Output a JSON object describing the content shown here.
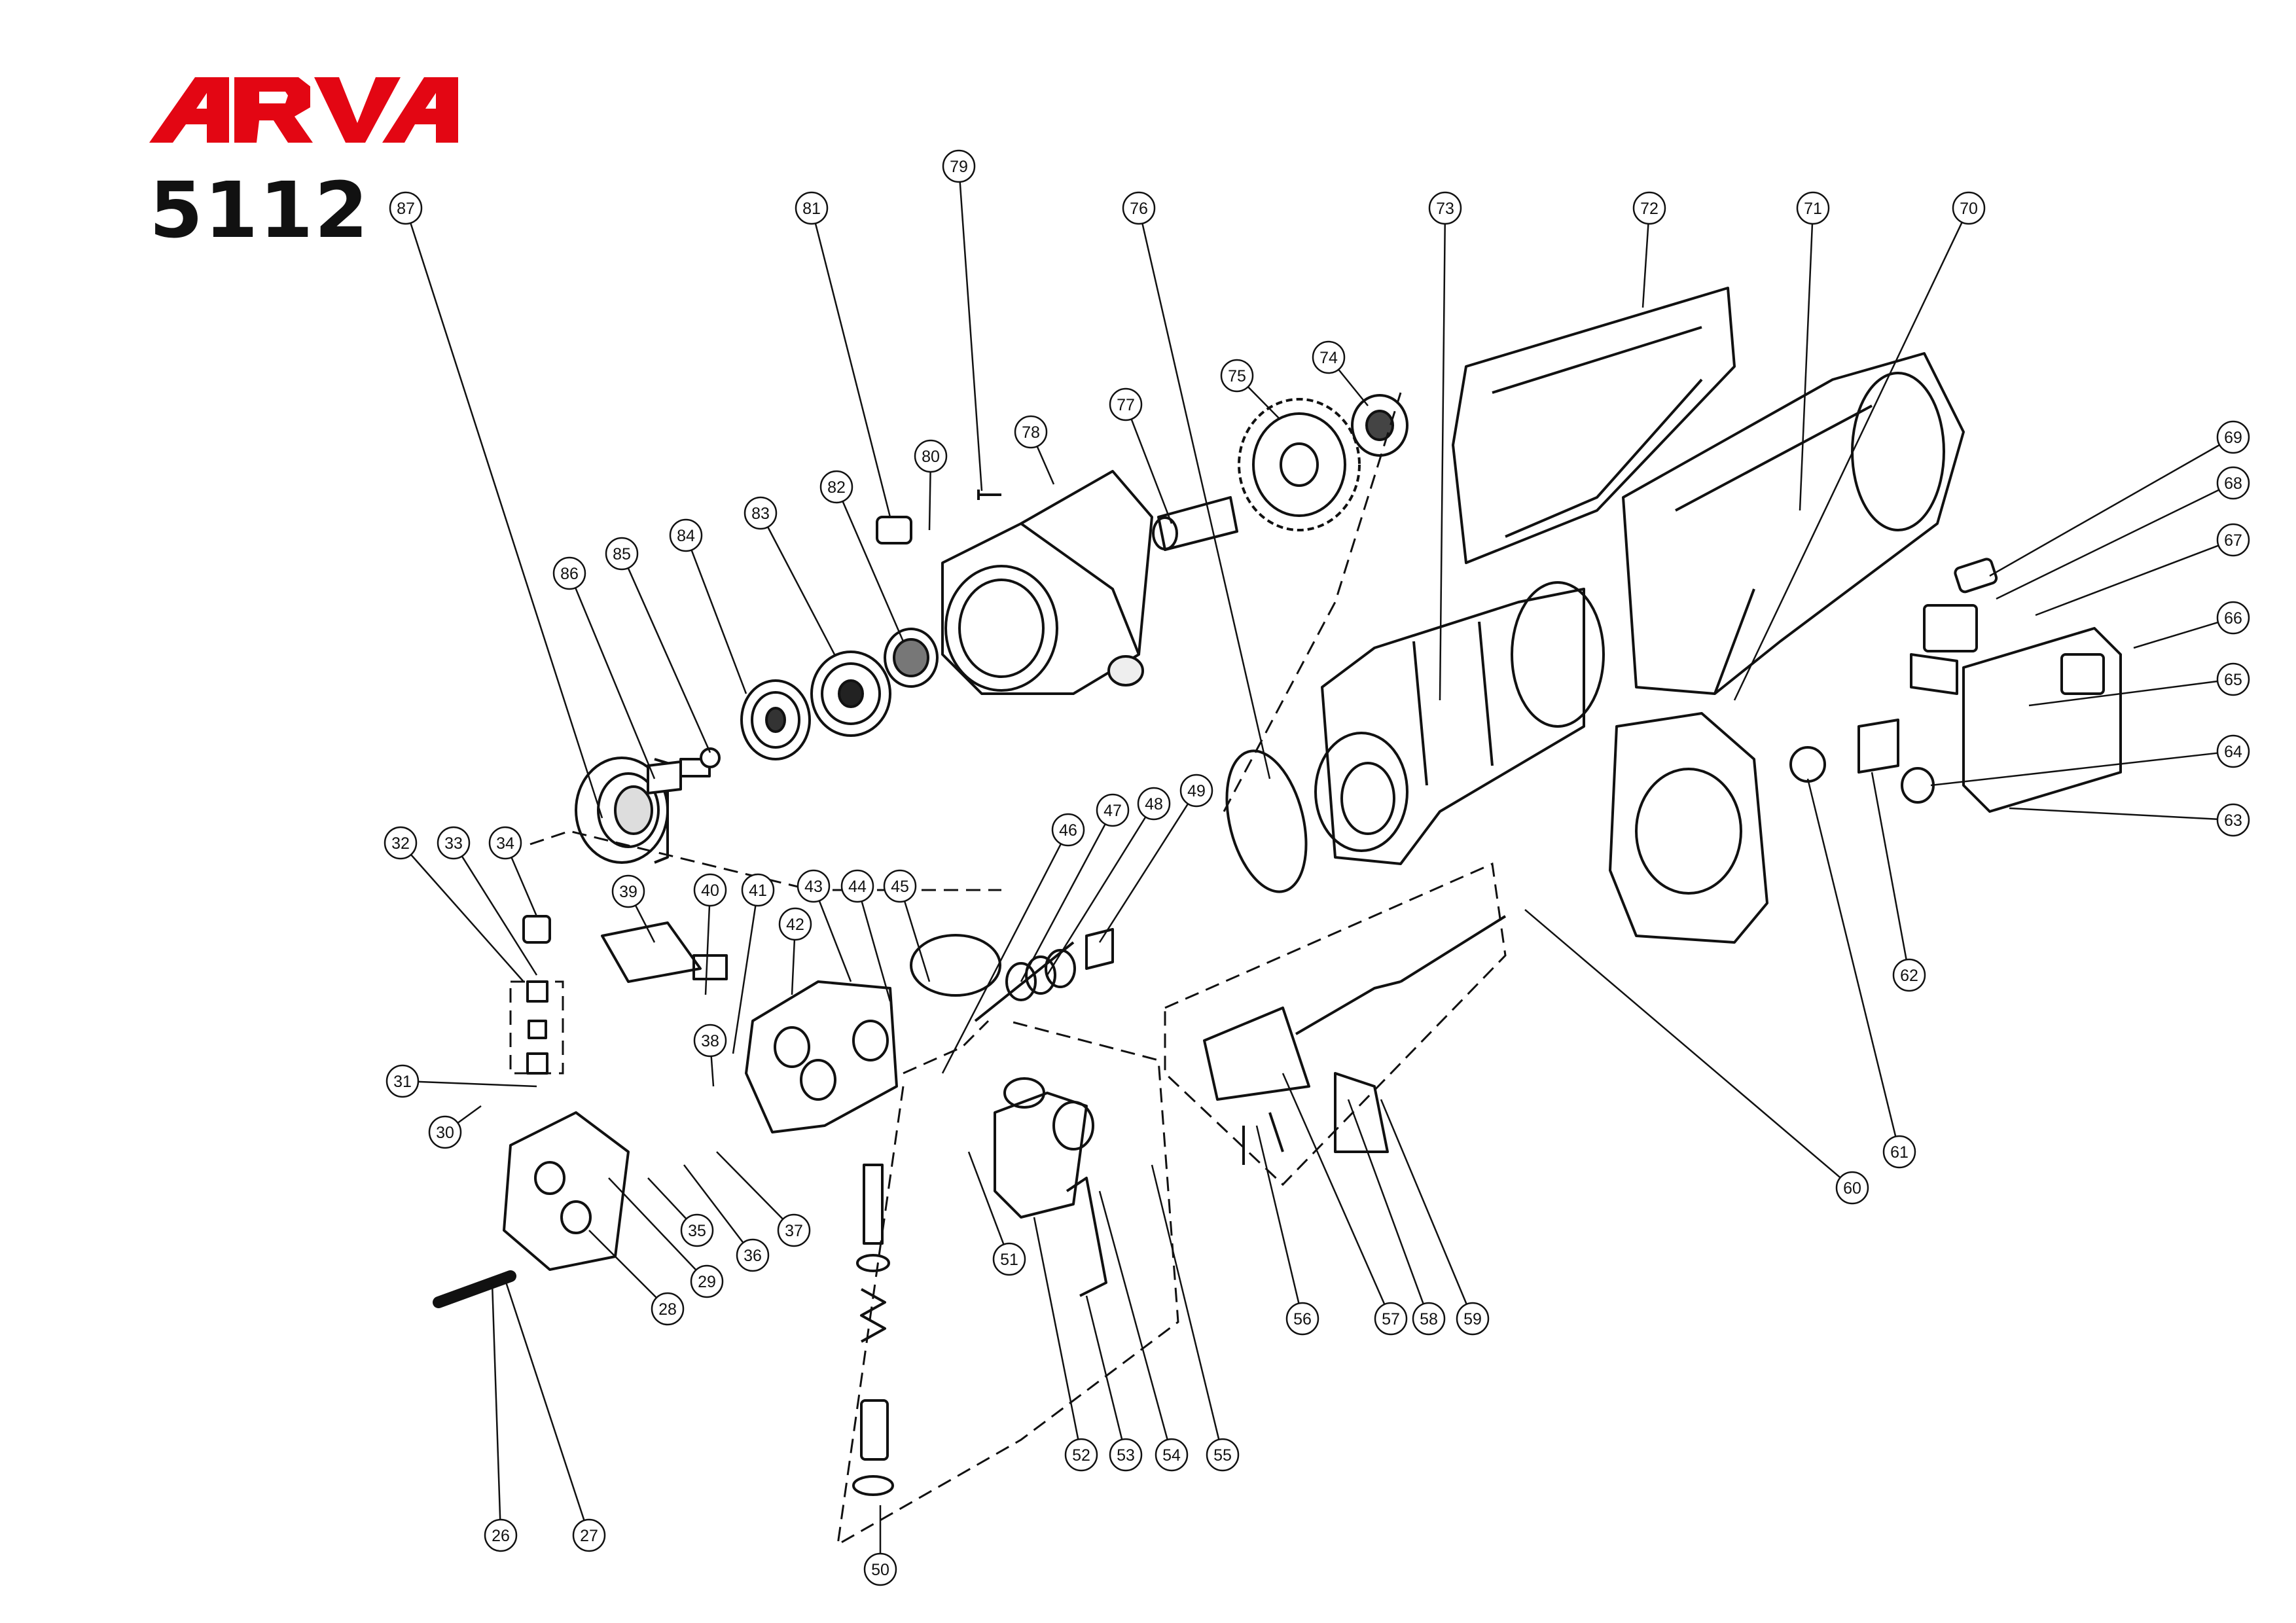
{
  "brand": {
    "logo_text": "ARVA",
    "model": "5112",
    "logo_color": "#e30613"
  },
  "diagram": {
    "type": "exploded-parts-diagram",
    "line_color": "#111111",
    "part_numbers": [
      "26",
      "27",
      "28",
      "29",
      "30",
      "31",
      "32",
      "33",
      "34",
      "35",
      "36",
      "37",
      "38",
      "39",
      "40",
      "41",
      "42",
      "43",
      "44",
      "45",
      "46",
      "47",
      "48",
      "49",
      "50",
      "51",
      "52",
      "53",
      "54",
      "55",
      "56",
      "57",
      "58",
      "59",
      "60",
      "61",
      "62",
      "63",
      "64",
      "65",
      "66",
      "67",
      "68",
      "69",
      "70",
      "71",
      "72",
      "73",
      "74",
      "75",
      "76",
      "77",
      "78",
      "79",
      "80",
      "81",
      "82",
      "83",
      "84",
      "85",
      "86",
      "87"
    ]
  }
}
